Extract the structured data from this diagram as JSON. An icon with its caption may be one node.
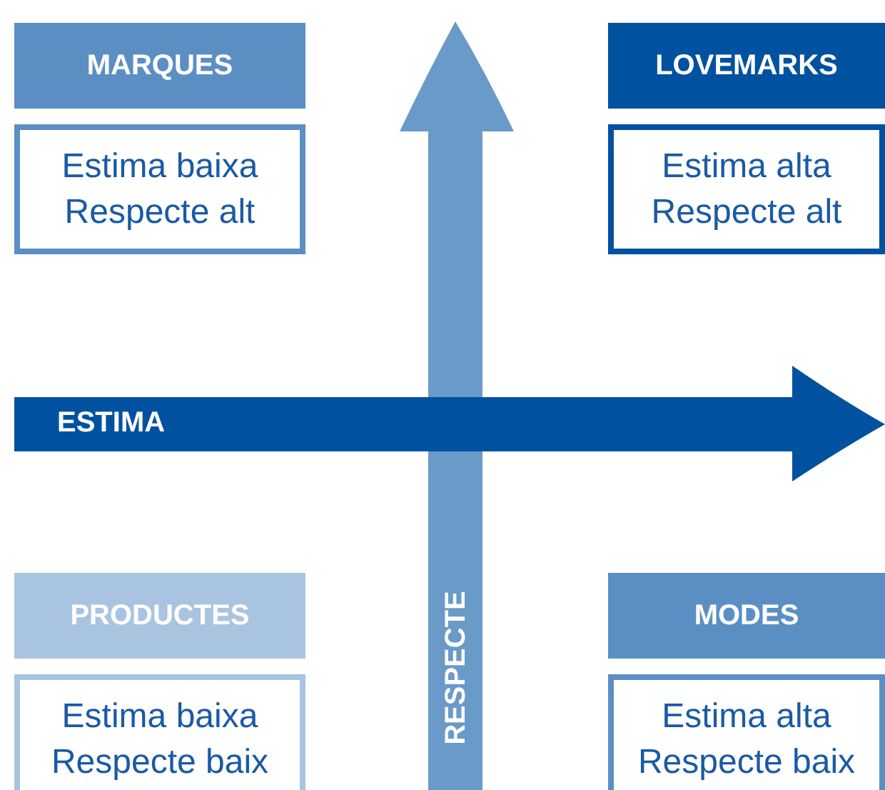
{
  "diagram": {
    "nodes": [
      {
        "text": [
          "MARQUES"
        ]
      },
      {
        "text": [
          "Estima baixa",
          "Respecte alt"
        ]
      },
      {
        "text": [
          "LOVEMARKS"
        ]
      },
      {
        "text": [
          "Estima alta",
          "Respecte alt"
        ]
      },
      {
        "text": [
          "PRODUCTES"
        ]
      },
      {
        "text": [
          "Estima baixa",
          "Respecte baix"
        ]
      },
      {
        "text": [
          "MODES"
        ]
      },
      {
        "text": [
          "Estima alta",
          "Respecte baix"
        ]
      }
    ],
    "labels": [
      "ESTIMA",
      "RESPECTE"
    ]
  }
}
